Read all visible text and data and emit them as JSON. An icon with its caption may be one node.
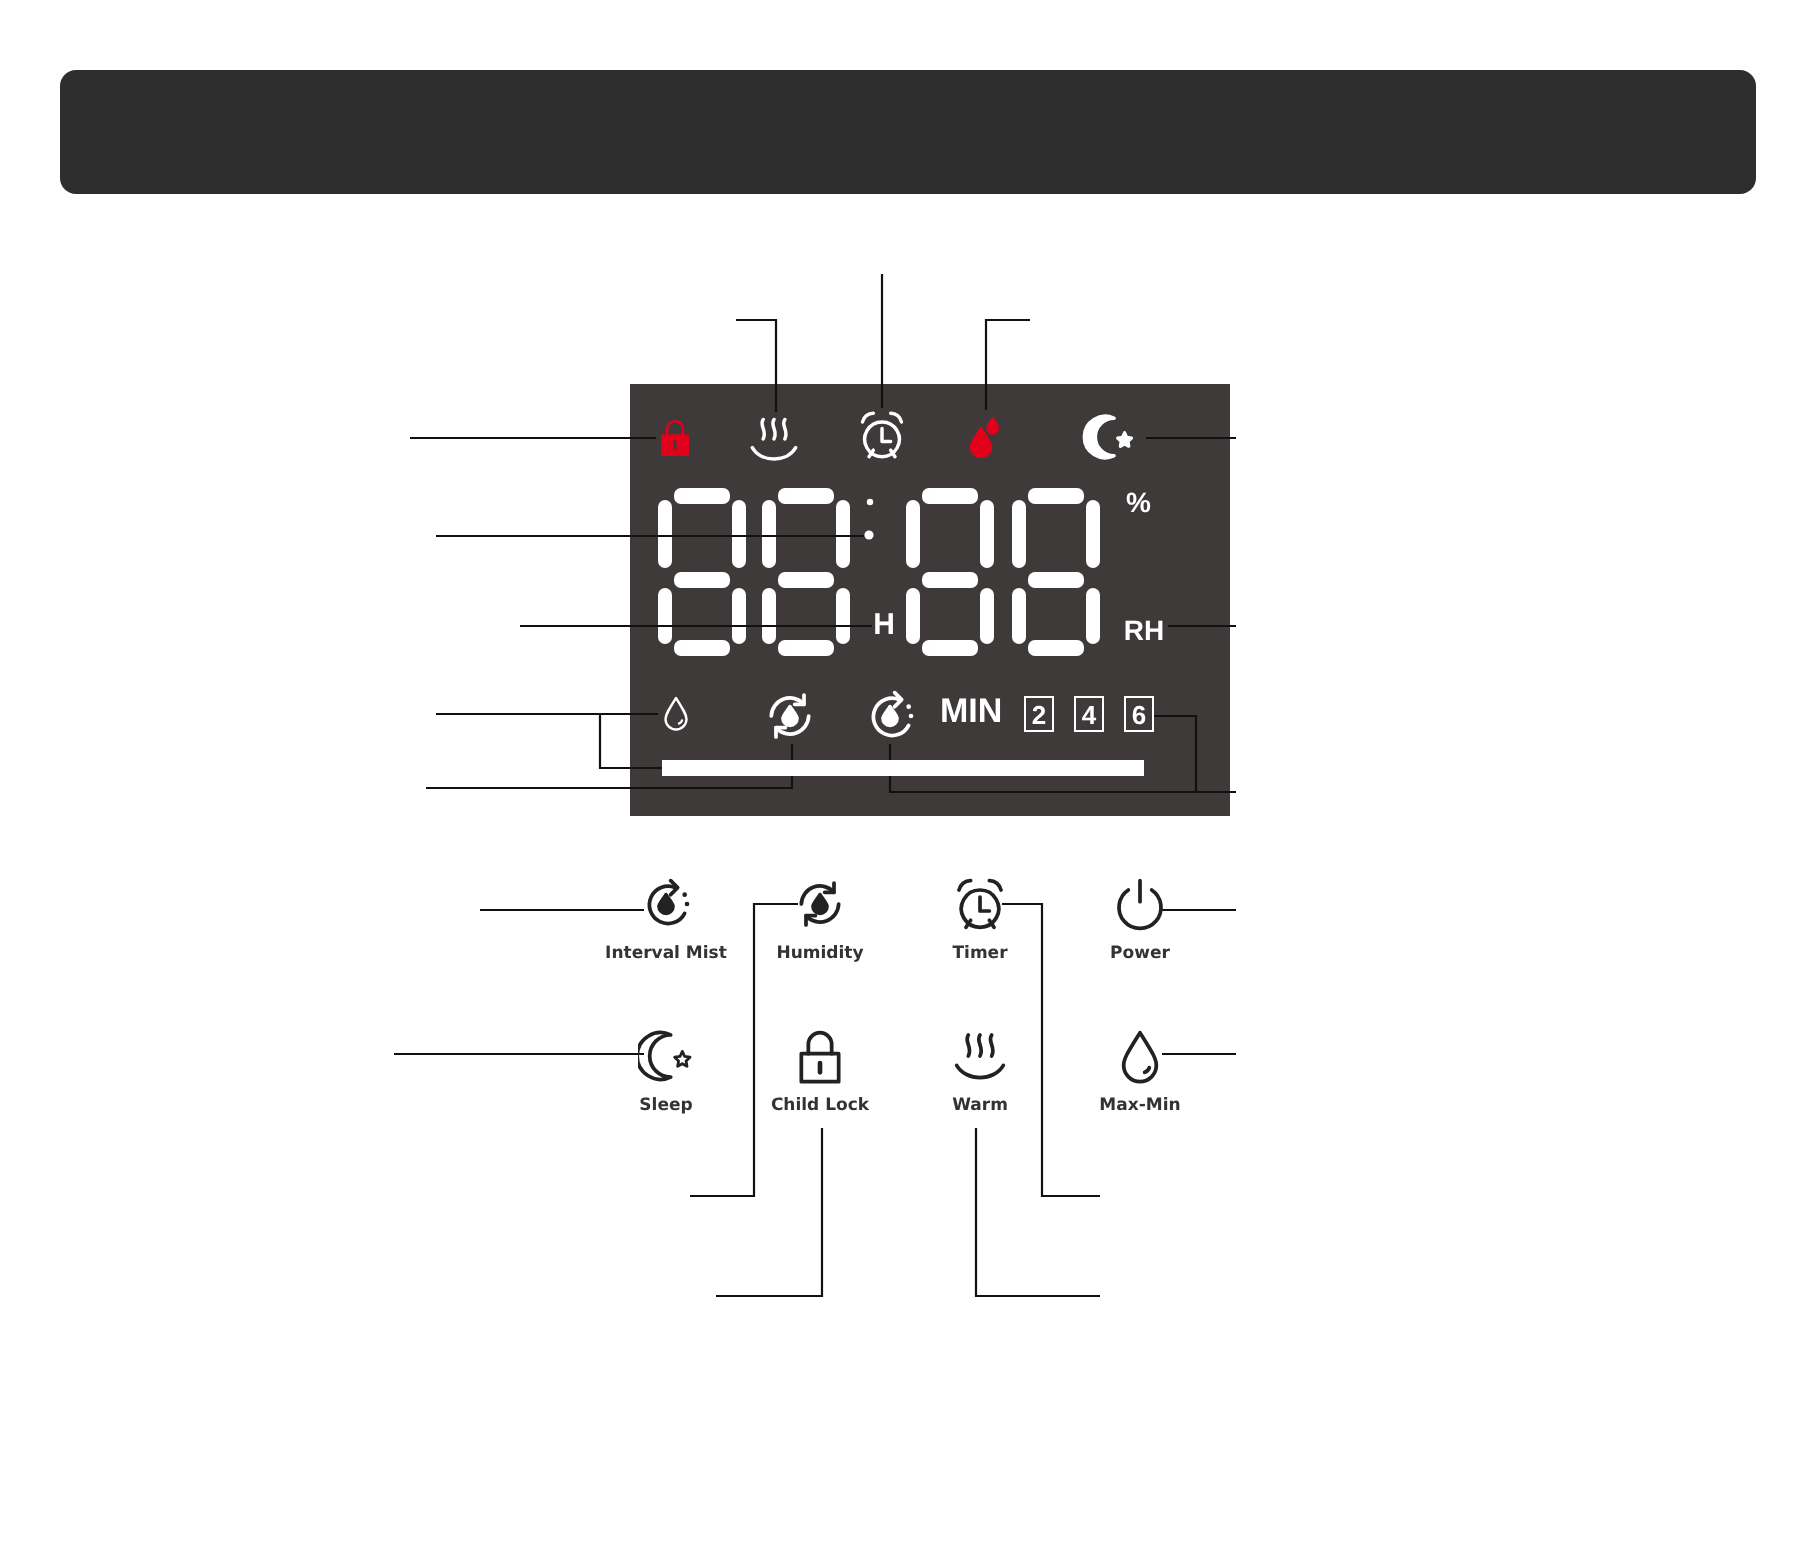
{
  "diagram": {
    "nodes": [
      {
        "text": [],
        "shape": "box"
      },
      {
        "text": [],
        "shape": "lock",
        "in": 0
      },
      {
        "text": [],
        "shape": "waves",
        "in": 0
      },
      {
        "text": [],
        "shape": "clock",
        "in": 0
      },
      {
        "text": [],
        "shape": "drops",
        "in": 0
      },
      {
        "text": [],
        "shape": "moon",
        "in": 0
      },
      {
        "text": [],
        "shape": "circle",
        "in": 0
      },
      {
        "text": [
          "H"
        ],
        "in": 0
      },
      {
        "text": [
          "RH"
        ],
        "in": 0
      },
      {
        "text": [],
        "shape": "drop",
        "in": 0
      },
      {
        "text": [],
        "shape": "cycle",
        "in": 0
      },
      {
        "text": [],
        "shape": "refresh",
        "in": 0
      },
      {
        "text": [
          "2"
        ],
        "in": 0
      },
      {
        "text": [
          "4"
        ],
        "in": 0
      },
      {
        "text": [
          "6"
        ],
        "in": 0
      },
      {
        "text": [],
        "shape": "bar",
        "in": 0
      },
      {
        "text": [
          "Interval Mist"
        ]
      },
      {
        "text": [
          "Humidity"
        ]
      },
      {
        "text": [
          "Timer"
        ]
      },
      {
        "text": [
          "Power"
        ]
      },
      {
        "text": [
          "Sleep"
        ]
      },
      {
        "text": [
          "Child Lock"
        ]
      },
      {
        "text": [
          "Warm"
        ]
      },
      {
        "text": [
          "Max-Min"
        ]
      }
    ],
    "edges": [
      {
        "from": null,
        "to": 1,
        "arrow": "none"
      },
      {
        "from": null,
        "to": 2,
        "arrow": "none"
      },
      {
        "from": null,
        "to": 3,
        "arrow": "none"
      },
      {
        "from": null,
        "to": 4,
        "arrow": "none"
      },
      {
        "from": null,
        "to": 5,
        "arrow": "none"
      },
      {
        "from": null,
        "to": 6,
        "arrow": "none"
      },
      {
        "from": null,
        "to": 7,
        "arrow": "none"
      },
      {
        "from": null,
        "to": 8,
        "arrow": "none"
      },
      {
        "from": null,
        "to": 9,
        "arrow": "none"
      },
      {
        "from": null,
        "to": 15,
        "arrow": "none"
      },
      {
        "from": null,
        "to": 10,
        "arrow": "none"
      },
      {
        "from": null,
        "to": 14,
        "arrow": "none"
      },
      {
        "from": null,
        "to": 11,
        "arrow": "none"
      },
      {
        "from": null,
        "to": 16,
        "arrow": "none"
      },
      {
        "from": null,
        "to": 17,
        "arrow": "none"
      },
      {
        "from": null,
        "to": 18,
        "arrow": "none"
      },
      {
        "from": null,
        "to": 19,
        "arrow": "none"
      },
      {
        "from": null,
        "to": 20,
        "arrow": "none"
      },
      {
        "from": null,
        "to": 21,
        "arrow": "none"
      },
      {
        "from": null,
        "to": 22,
        "arrow": "none"
      },
      {
        "from": null,
        "to": 23,
        "arrow": "none"
      }
    ],
    "labels": [
      "%",
      "MIN"
    ]
  }
}
